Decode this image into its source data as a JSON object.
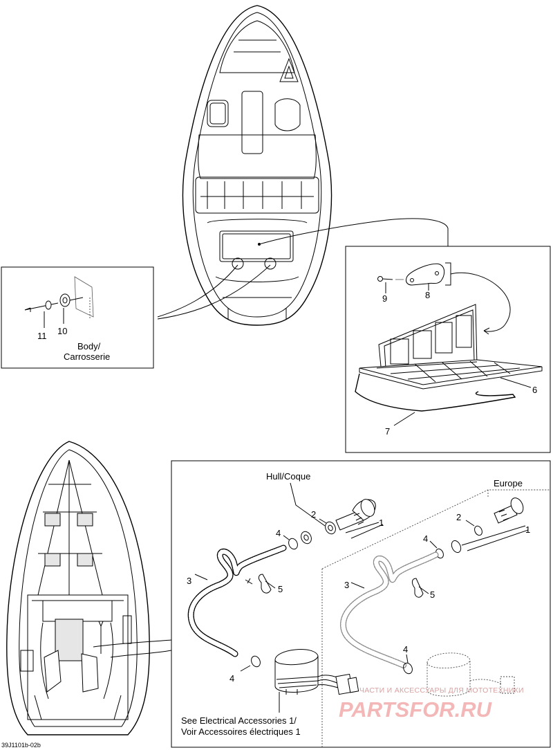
{
  "callouts": {
    "n1": "1",
    "n2": "2",
    "n3": "3",
    "n4": "4",
    "n5": "5",
    "n6": "6",
    "n7": "7",
    "n8": "8",
    "n9": "9",
    "n10": "10",
    "n11": "11"
  },
  "labels": {
    "body": "Body/",
    "body2": "Carrosserie",
    "hull": "Hull/Coque",
    "europe": "Europe",
    "see1": "See Electrical Accessories 1/",
    "see2": "Voir Accessoires électriques 1"
  },
  "diagram_code": "39J1101b-02b",
  "watermark": {
    "top": "ЧАСТИ И АКСЕССУАРЫ ДЛЯ МОТОТЕХНИКИ",
    "brand": "PARTSFOR.RU"
  },
  "colors": {
    "line": "#000000",
    "watermark": "#f3b7b7"
  }
}
